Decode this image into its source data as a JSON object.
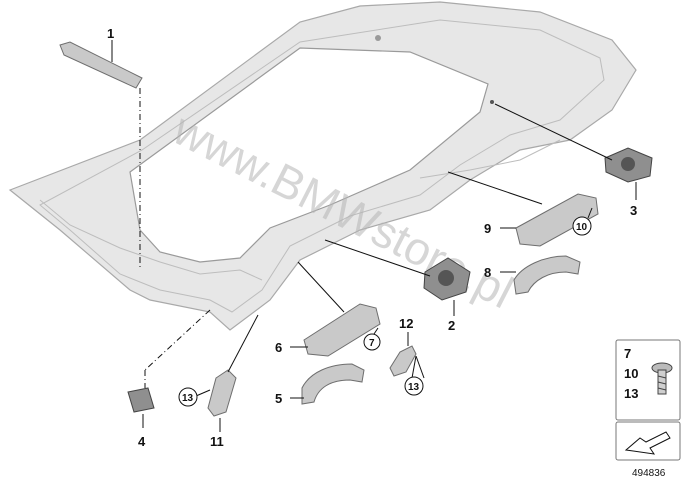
{
  "callouts": {
    "c1": "1",
    "c2": "2",
    "c3": "3",
    "c4": "4",
    "c5": "5",
    "c6": "6",
    "c7": "7",
    "c8": "8",
    "c9": "9",
    "c10": "10",
    "c11": "11",
    "c12": "12",
    "c13a": "13",
    "c13b": "13"
  },
  "legend": {
    "items": [
      "7",
      "10",
      "13"
    ]
  },
  "watermark": "www.BMWstore.pl",
  "diagram_id": "494836"
}
